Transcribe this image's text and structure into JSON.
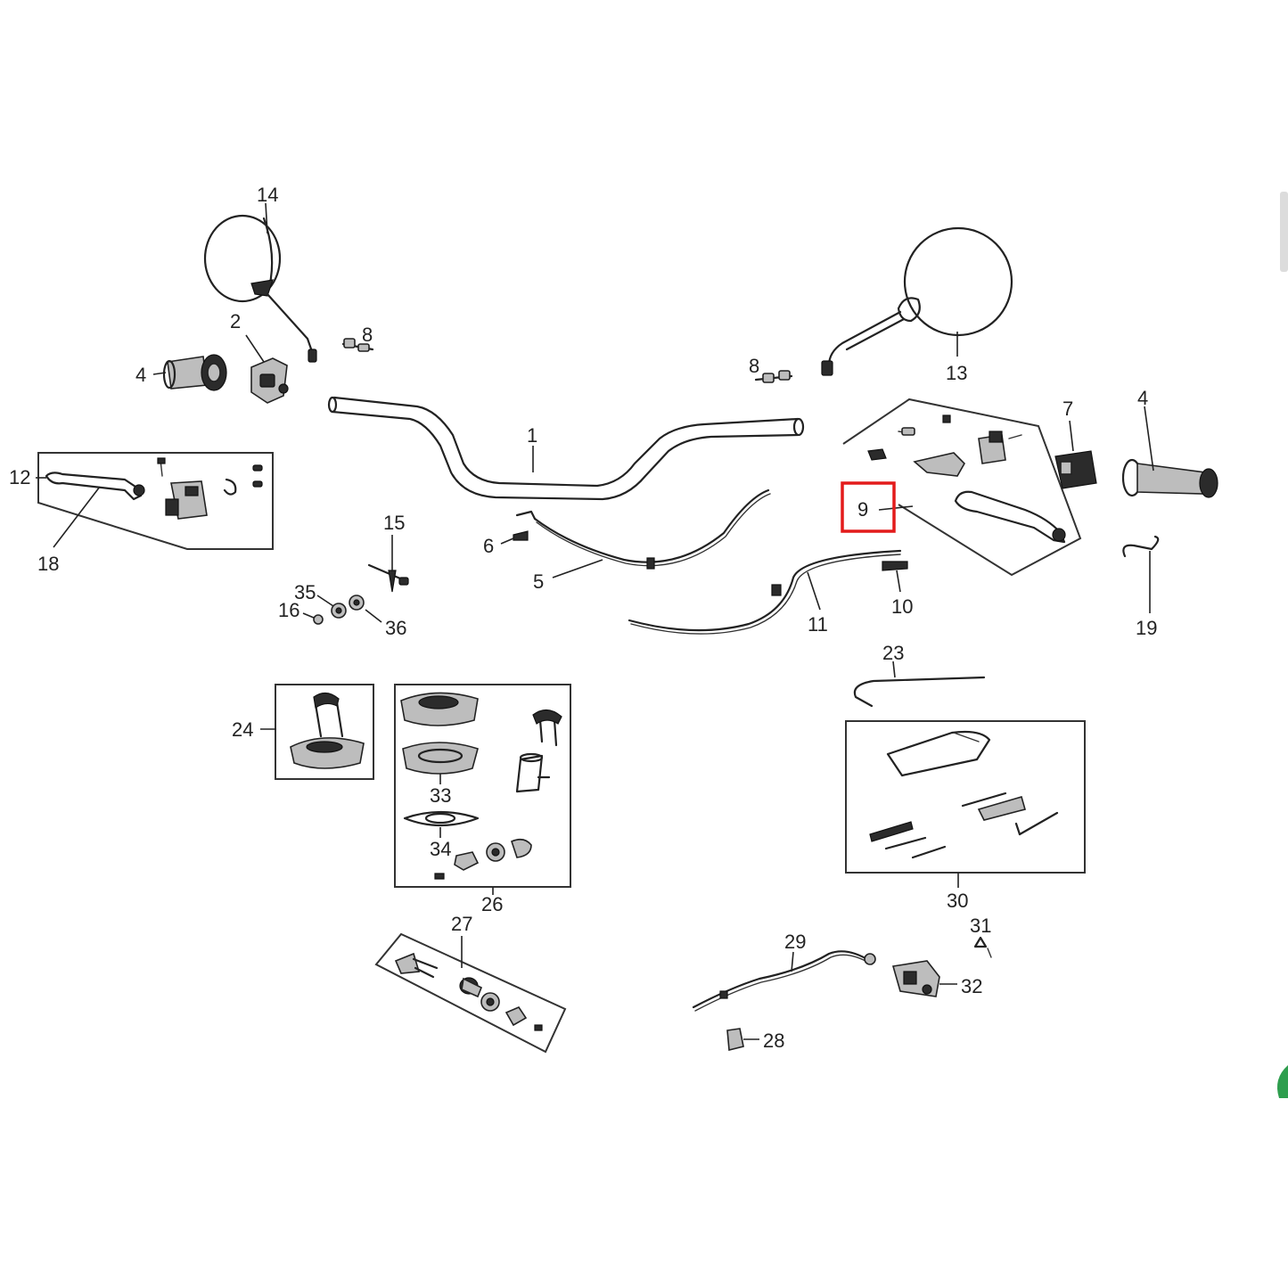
{
  "diagram": {
    "callouts": {
      "c1": "1",
      "c2": "2",
      "c4a": "4",
      "c4b": "4",
      "c5": "5",
      "c6": "6",
      "c7": "7",
      "c8a": "8",
      "c8b": "8",
      "c9": "9",
      "c10": "10",
      "c11": "11",
      "c12": "12",
      "c13": "13",
      "c14": "14",
      "c15": "15",
      "c16": "16",
      "c18": "18",
      "c19": "19",
      "c23": "23",
      "c24": "24",
      "c26": "26",
      "c27": "27",
      "c28": "28",
      "c29": "29",
      "c30": "30",
      "c31": "31",
      "c32": "32",
      "c33": "33",
      "c34": "34",
      "c35": "35",
      "c36": "36"
    },
    "highlighted_part": "9",
    "colors": {
      "highlight": "#e31b1b",
      "line": "#222222",
      "background": "#ffffff"
    }
  }
}
